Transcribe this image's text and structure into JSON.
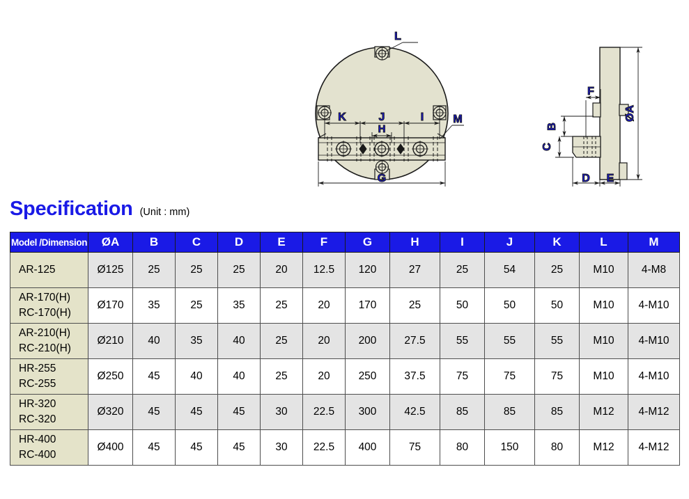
{
  "heading": {
    "title": "Specification",
    "unit_note": "(Unit : mm)"
  },
  "colors": {
    "header_blue": "#1a1ae6",
    "label_blue": "#1a1ae6",
    "part_fill": "#e3e2cf",
    "model_cell": "#e4e3c9",
    "row_shaded": "#e4e4e4",
    "row_plain": "#ffffff",
    "line": "#1a1a1a"
  },
  "drawing": {
    "front_view": {
      "name": "front-view",
      "dimension_labels": [
        "L",
        "K",
        "J",
        "I",
        "H",
        "G",
        "M"
      ],
      "callouts": {
        "L": "L",
        "K": "K",
        "J": "J",
        "I": "I",
        "H": "H",
        "G": "G",
        "M": "M"
      }
    },
    "side_view": {
      "name": "side-view",
      "dimension_labels": [
        "F",
        "B",
        "C",
        "D",
        "E",
        "ØA"
      ],
      "callouts": {
        "F": "F",
        "B": "B",
        "C": "C",
        "D": "D",
        "E": "E",
        "A": "ØA"
      }
    }
  },
  "table": {
    "columns": [
      "Model /Dimension",
      "ØA",
      "B",
      "C",
      "D",
      "E",
      "F",
      "G",
      "H",
      "I",
      "J",
      "K",
      "L",
      "M"
    ],
    "rows": [
      {
        "models": [
          "AR-125"
        ],
        "values": [
          "Ø125",
          "25",
          "25",
          "25",
          "20",
          "12.5",
          "120",
          "27",
          "25",
          "54",
          "25",
          "M10",
          "4-M8"
        ]
      },
      {
        "models": [
          "AR-170(H)",
          "RC-170(H)"
        ],
        "values": [
          "Ø170",
          "35",
          "25",
          "35",
          "25",
          "20",
          "170",
          "25",
          "50",
          "50",
          "50",
          "M10",
          "4-M10"
        ]
      },
      {
        "models": [
          "AR-210(H)",
          "RC-210(H)"
        ],
        "values": [
          "Ø210",
          "40",
          "35",
          "40",
          "25",
          "20",
          "200",
          "27.5",
          "55",
          "55",
          "55",
          "M10",
          "4-M10"
        ]
      },
      {
        "models": [
          "HR-255",
          "RC-255"
        ],
        "values": [
          "Ø250",
          "45",
          "40",
          "40",
          "25",
          "20",
          "250",
          "37.5",
          "75",
          "75",
          "75",
          "M10",
          "4-M10"
        ]
      },
      {
        "models": [
          "HR-320",
          "RC-320"
        ],
        "values": [
          "Ø320",
          "45",
          "45",
          "45",
          "30",
          "22.5",
          "300",
          "42.5",
          "85",
          "85",
          "85",
          "M12",
          "4-M12"
        ]
      },
      {
        "models": [
          "HR-400",
          "RC-400"
        ],
        "values": [
          "Ø400",
          "45",
          "45",
          "45",
          "30",
          "22.5",
          "400",
          "75",
          "80",
          "150",
          "80",
          "M12",
          "4-M12"
        ]
      }
    ]
  }
}
